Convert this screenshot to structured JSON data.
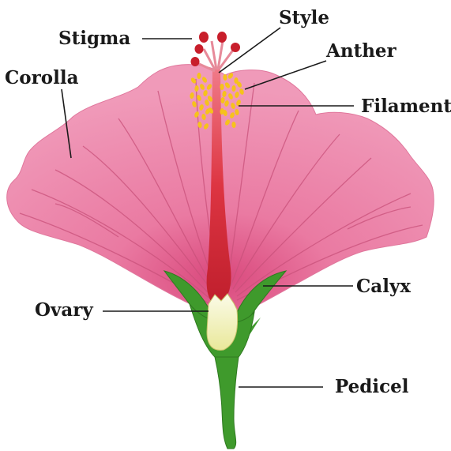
{
  "labels": {
    "stigma": "Stigma",
    "style": "Style",
    "anther": "Anther",
    "corolla": "Corolla",
    "filament": "Filament",
    "calyx": "Calyx",
    "ovary": "Ovary",
    "pedicel": "Pedicel"
  },
  "colors": {
    "corolla": "#ef7fa4",
    "corolla_shade": "#e06592",
    "style": "#d6303e",
    "stigma": "#c81e2b",
    "anther": "#f6c21b",
    "calyx": "#3f9a2c",
    "ovary": "#f3f1c4",
    "pedicel": "#3f9a2c"
  }
}
